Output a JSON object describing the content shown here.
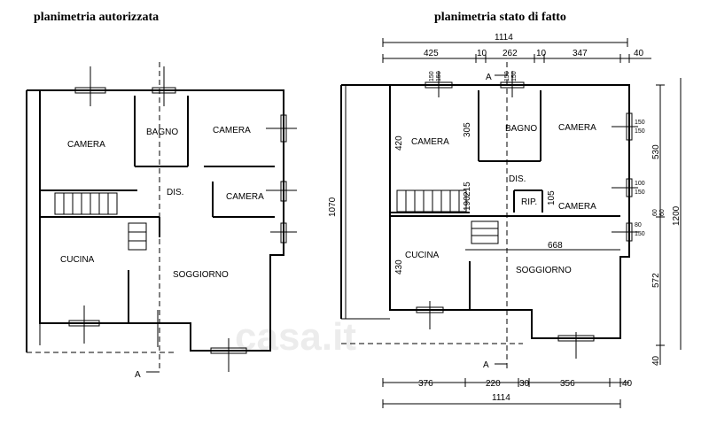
{
  "titles": {
    "left": "planimetria autorizzata",
    "right": "planimetria stato di fatto"
  },
  "left_plan": {
    "rooms": {
      "camera1": "CAMERA",
      "bagno": "BAGNO",
      "camera2": "CAMERA",
      "dis": "DIS.",
      "camera3": "CAMERA",
      "cucina": "CUCINA",
      "soggiorno": "SOGGIORNO"
    },
    "section_label": "A"
  },
  "right_plan": {
    "rooms": {
      "camera1": "CAMERA",
      "bagno": "BAGNO",
      "camera2": "CAMERA",
      "dis": "DIS.",
      "rip": "RIP.",
      "camera3": "CAMERA",
      "cucina": "CUCINA",
      "soggiorno": "SOGGIORNO"
    },
    "section_label_top": "A",
    "section_label_bottom": "A",
    "dims_top_total": "1114",
    "dims_top": [
      "425",
      "10",
      "262",
      "10",
      "347",
      "40"
    ],
    "dims_bottom": [
      "376",
      "220",
      "30",
      "356",
      "40"
    ],
    "dims_bottom_total": "1114",
    "dims_left": [
      "420",
      "305",
      "215",
      "190",
      "105",
      "430"
    ],
    "dim_left_total": "1070",
    "dims_right": [
      "530",
      "572",
      "40"
    ],
    "dim_right_total": "1200",
    "dim_inner_668": "668",
    "window_labels": {
      "w_top_1": "150",
      "w_top_1b": "150",
      "w_top_2": "150",
      "w_top_2b": "150",
      "w_right_1": "150",
      "w_right_1b": "150",
      "w_right_2": "100",
      "w_right_2b": "150",
      "w_right_3": "80",
      "w_right_3b": "150",
      "w_right_4": "60",
      "w_right_4b": "60"
    }
  },
  "watermark": "casa.it"
}
